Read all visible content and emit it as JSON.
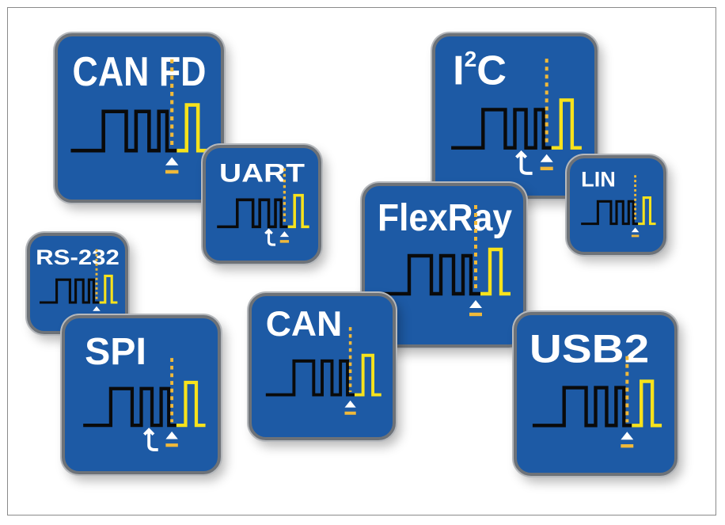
{
  "colors": {
    "blue": "#1d5aa5",
    "border": "#6d7278",
    "signal": "#0a0a0a",
    "active": "#f7e21c",
    "marker": "#ffffff",
    "dashes": "#f0b93a"
  },
  "icons": [
    {
      "id": "can-fd",
      "label": "CAN FD",
      "icon": "bus-waveform-icon",
      "cursor": false
    },
    {
      "id": "i2c",
      "label": "I",
      "superscript": "2",
      "label_tail": "C",
      "icon": "bus-waveform-icon",
      "cursor": true
    },
    {
      "id": "uart",
      "label": "UART",
      "icon": "bus-waveform-icon",
      "cursor": true
    },
    {
      "id": "lin",
      "label": "LIN",
      "icon": "bus-waveform-icon",
      "cursor": false
    },
    {
      "id": "flexray",
      "label": "FlexRay",
      "icon": "bus-waveform-icon",
      "cursor": false
    },
    {
      "id": "rs-232",
      "label": "RS-232",
      "icon": "bus-waveform-icon",
      "cursor": false
    },
    {
      "id": "spi",
      "label": "SPI",
      "icon": "bus-waveform-icon",
      "cursor": true
    },
    {
      "id": "can",
      "label": "CAN",
      "icon": "bus-waveform-icon",
      "cursor": false
    },
    {
      "id": "usb2",
      "label": "USB2",
      "icon": "bus-waveform-icon",
      "cursor": false
    }
  ]
}
